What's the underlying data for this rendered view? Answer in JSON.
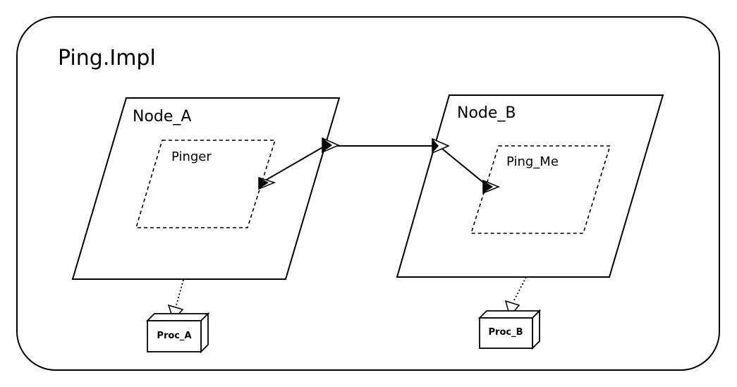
{
  "diagram": {
    "title": "Ping.Impl",
    "nodes": [
      {
        "id": "node_a",
        "label": "Node_A"
      },
      {
        "id": "node_b",
        "label": "Node_B"
      }
    ],
    "processes": [
      {
        "id": "pinger",
        "label": "Pinger"
      },
      {
        "id": "ping_me",
        "label": "Ping_Me"
      }
    ],
    "processors": [
      {
        "id": "proc_a",
        "label": "Proc_A"
      },
      {
        "id": "proc_b",
        "label": "Proc_B"
      }
    ]
  }
}
